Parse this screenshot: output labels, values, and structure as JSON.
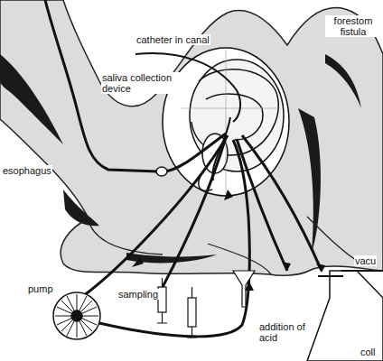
{
  "diagram": {
    "labels": [
      "catheter in canal",
      "forestom fistula",
      "saliva collection device",
      "esophagus",
      "sampling",
      "pump",
      "addition of acid",
      "vacu",
      "coll"
    ]
  }
}
